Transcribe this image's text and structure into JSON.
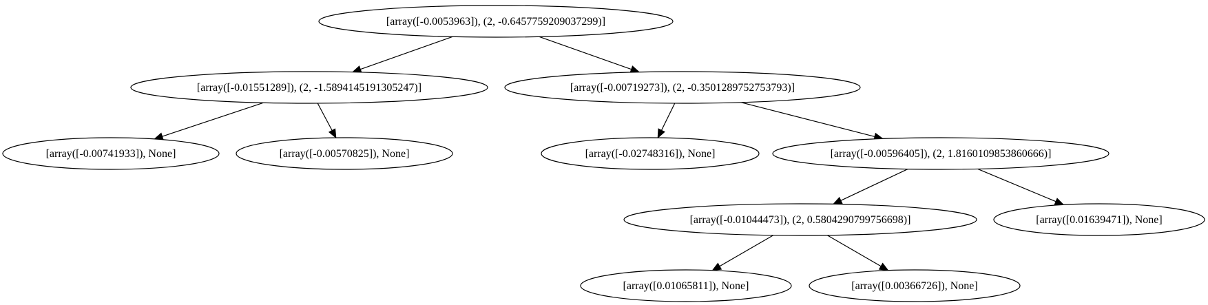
{
  "diagram": {
    "nodes": [
      {
        "id": "n0",
        "label": "[array([-0.0053963]), (2, -0.6457759209037299)]"
      },
      {
        "id": "n1",
        "label": "[array([-0.01551289]), (2, -1.5894145191305247)]"
      },
      {
        "id": "n2",
        "label": "[array([-0.00719273]), (2, -0.3501289752753793)]"
      },
      {
        "id": "n3",
        "label": "[array([-0.00741933]), None]"
      },
      {
        "id": "n4",
        "label": "[array([-0.00570825]), None]"
      },
      {
        "id": "n5",
        "label": "[array([-0.02748316]), None]"
      },
      {
        "id": "n6",
        "label": "[array([-0.00596405]), (2, 1.8160109853860666)]"
      },
      {
        "id": "n7",
        "label": "[array([-0.01044473]), (2, 0.5804290799756698)]"
      },
      {
        "id": "n8",
        "label": "[array([0.01639471]), None]"
      },
      {
        "id": "n9",
        "label": "[array([0.01065811]), None]"
      },
      {
        "id": "n10",
        "label": "[array([0.00366726]), None]"
      }
    ],
    "edges": [
      {
        "from": "n0",
        "to": "n1"
      },
      {
        "from": "n0",
        "to": "n2"
      },
      {
        "from": "n1",
        "to": "n3"
      },
      {
        "from": "n1",
        "to": "n4"
      },
      {
        "from": "n2",
        "to": "n5"
      },
      {
        "from": "n2",
        "to": "n6"
      },
      {
        "from": "n6",
        "to": "n7"
      },
      {
        "from": "n6",
        "to": "n8"
      },
      {
        "from": "n7",
        "to": "n9"
      },
      {
        "from": "n7",
        "to": "n10"
      }
    ]
  }
}
